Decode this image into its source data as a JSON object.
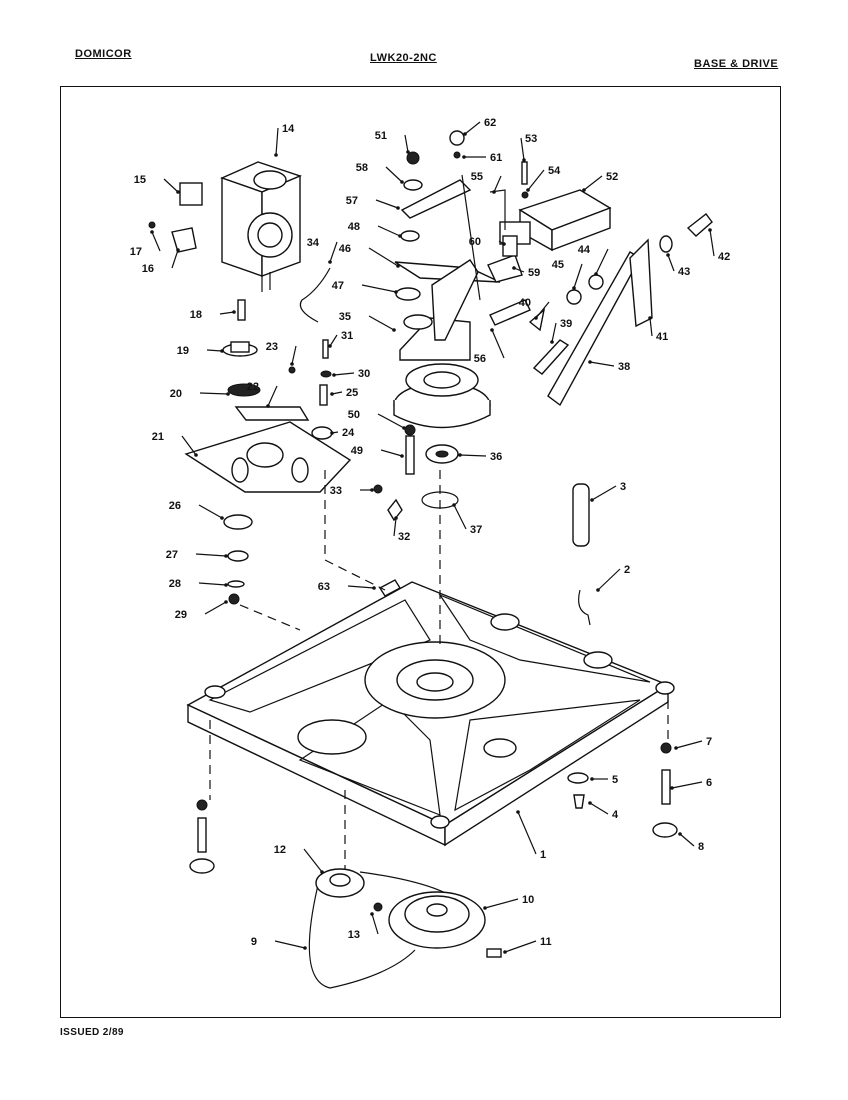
{
  "header": {
    "brand": "DOMICOR",
    "model": "LWK20-2NC",
    "section": "BASE & DRIVE"
  },
  "footer": {
    "issued": "ISSUED 2/89"
  },
  "part_callouts": [
    "1",
    "2",
    "3",
    "4",
    "5",
    "6",
    "7",
    "8",
    "9",
    "10",
    "11",
    "12",
    "13",
    "14",
    "15",
    "16",
    "17",
    "18",
    "19",
    "20",
    "21",
    "22",
    "23",
    "24",
    "25",
    "26",
    "27",
    "28",
    "29",
    "30",
    "31",
    "32",
    "33",
    "34",
    "35",
    "36",
    "37",
    "38",
    "39",
    "40",
    "41",
    "42",
    "43",
    "44",
    "45",
    "46",
    "47",
    "48",
    "49",
    "50",
    "51",
    "52",
    "53",
    "54",
    "55",
    "56",
    "57",
    "58",
    "59",
    "60",
    "61",
    "62",
    "63"
  ]
}
